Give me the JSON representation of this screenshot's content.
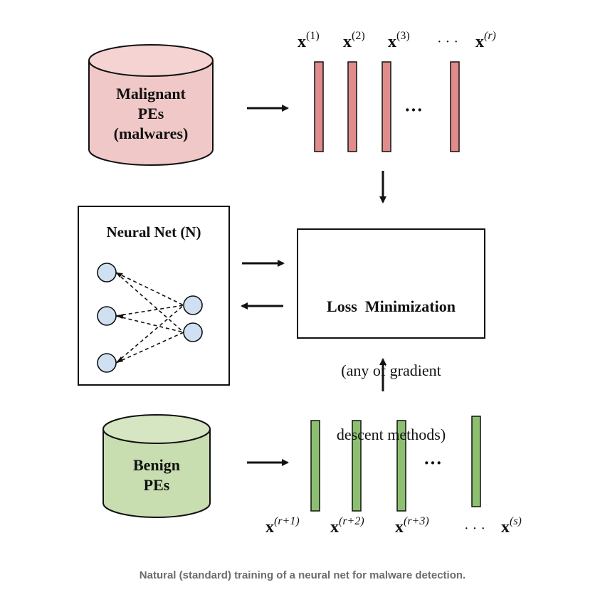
{
  "malignant_db": {
    "line1": "Malignant",
    "line2": "PEs",
    "line3": "(malwares)",
    "fill": "#f0c8c8"
  },
  "benign_db": {
    "line1": "Benign",
    "line2": "PEs",
    "fill": "#c8ddb0"
  },
  "malignant_vectors": {
    "labels": [
      {
        "base": "x",
        "sup": "(1)"
      },
      {
        "base": "x",
        "sup": "(2)"
      },
      {
        "base": "x",
        "sup": "(3)"
      },
      {
        "base": "x",
        "sup": "(r)"
      }
    ],
    "dots": "· · ·",
    "ellipsis": "···",
    "fill": "#e08c8c"
  },
  "benign_vectors": {
    "labels": [
      {
        "base": "x",
        "sup": "(r+1)"
      },
      {
        "base": "x",
        "sup": "(r+2)"
      },
      {
        "base": "x",
        "sup": "(r+3)"
      },
      {
        "base": "x",
        "sup": "(s)"
      }
    ],
    "dots": "· · ·",
    "ellipsis": "···",
    "fill": "#8cc070"
  },
  "neural_net": {
    "title": "Neural Net (N)",
    "node_fill": "#cfe0f3"
  },
  "loss_box": {
    "title": "Loss  Minimization",
    "line2": "(any of gradient",
    "line3": "descent methods)"
  },
  "caption": "Natural (standard) training of a neural net for malware detection."
}
